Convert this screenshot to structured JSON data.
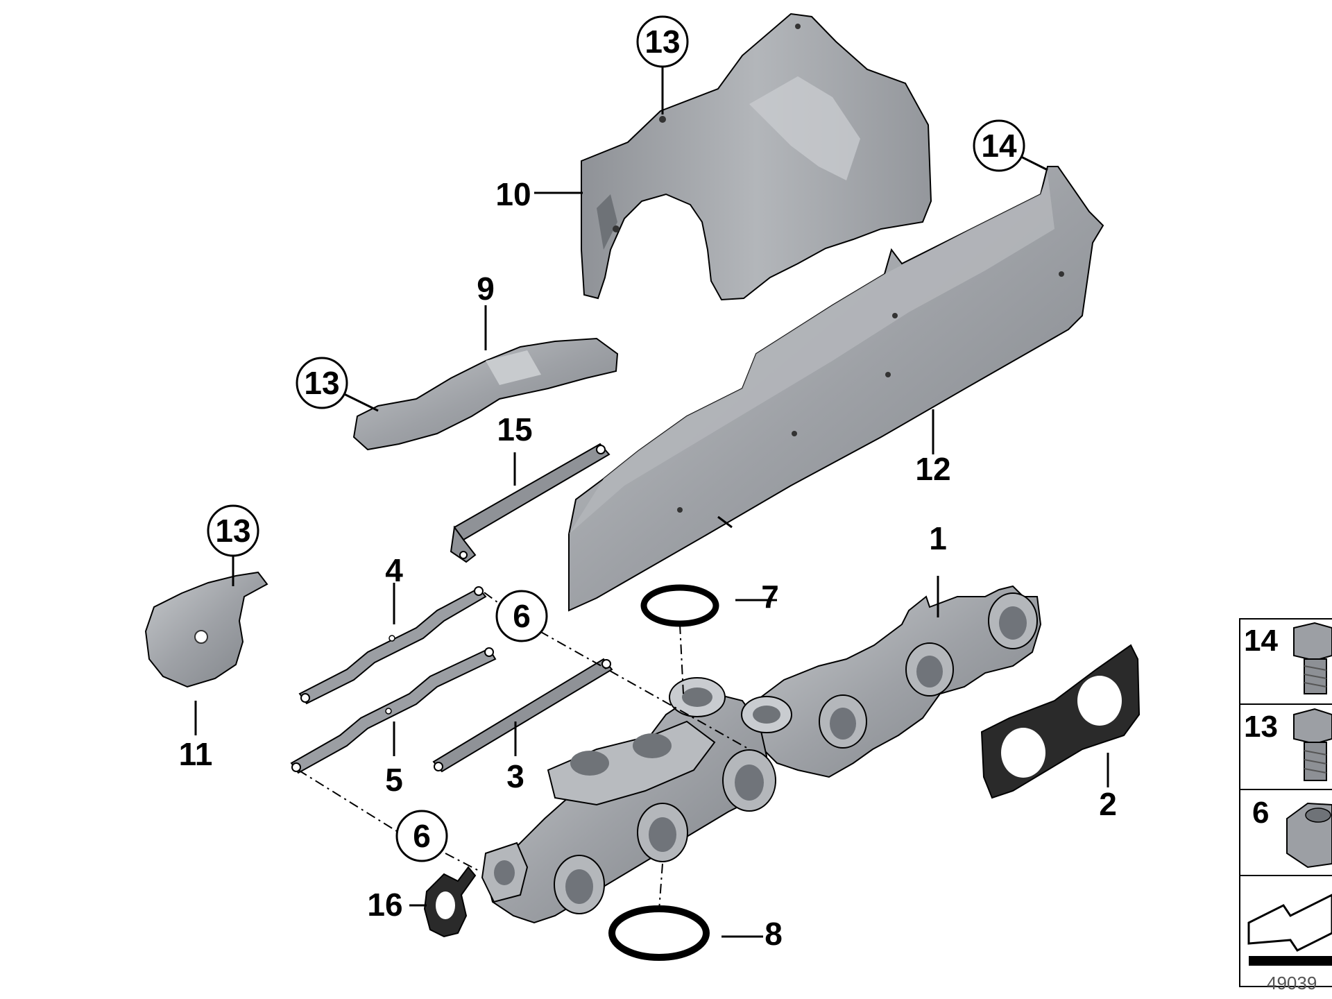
{
  "diagram": {
    "callouts": {
      "c1": "1",
      "c2": "2",
      "c3": "3",
      "c4": "4",
      "c5": "5",
      "c6a": "6",
      "c6b": "6",
      "c7": "7",
      "c8": "8",
      "c9": "9",
      "c10": "10",
      "c11": "11",
      "c12": "12",
      "c13a": "13",
      "c13b": "13",
      "c13c": "13",
      "c14": "14",
      "c15": "15",
      "c16": "16"
    },
    "legend": [
      "14",
      "13",
      "6"
    ],
    "doc_number": "49039"
  },
  "colors": {
    "part_fill": "#9c9fa4",
    "part_light": "#c4c7cb",
    "part_dark": "#6d7176",
    "line": "#000000",
    "background": "#ffffff"
  }
}
